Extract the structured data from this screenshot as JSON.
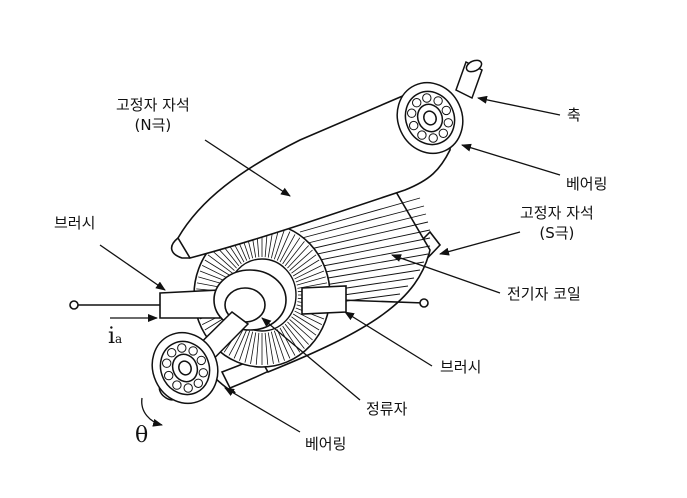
{
  "labels": {
    "stator_magnet_n_line1": "고정자 자석",
    "stator_magnet_n_line2": "(N극)",
    "shaft": "축",
    "bearing_top": "베어링",
    "stator_magnet_s_line1": "고정자 자석",
    "stator_magnet_s_line2": "(S극)",
    "brush_left": "브러시",
    "armature_coil": "전기자 코일",
    "current_symbol": "i",
    "current_subscript": "a",
    "brush_right": "브러시",
    "commutator": "정류자",
    "theta": "θ",
    "bearing_bottom": "베어링"
  },
  "colors": {
    "line": "#111111",
    "background": "#ffffff"
  }
}
